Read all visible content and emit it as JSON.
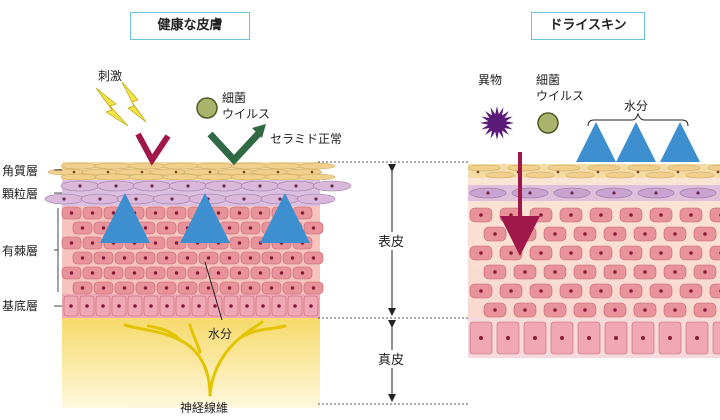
{
  "titles": {
    "healthy": "健康な皮膚",
    "dry": "ドライスキン"
  },
  "layers": {
    "stratum_corneum": "角質層",
    "stratum_granulosum": "顆粒層",
    "stratum_spinosum": "有棘層",
    "stratum_basale": "基底層"
  },
  "regions": {
    "epidermis": "表皮",
    "dermis": "真皮"
  },
  "healthy_labels": {
    "stimulus": "刺激",
    "bacteria": "細菌",
    "virus": "ウイルス",
    "ceramide": "セラミド正常",
    "water": "水分",
    "nerve": "神経線維"
  },
  "dry_labels": {
    "foreign": "異物",
    "bacteria": "細菌",
    "virus": "ウイルス",
    "water": "水分"
  },
  "colors": {
    "keratin": "#f3dca6",
    "granular": "#d9b8dc",
    "spinous": "#e8929a",
    "basal": "#f0a8b6",
    "dermis": "#f7e28a",
    "water_arrow": "#3e8fcf",
    "block_arrow": "#2f6a45",
    "foreign_arrow": "#a0174a",
    "nerve": "#e4c300",
    "foreign_body": "#5a1a78",
    "bacterium": "#a9b36b"
  }
}
